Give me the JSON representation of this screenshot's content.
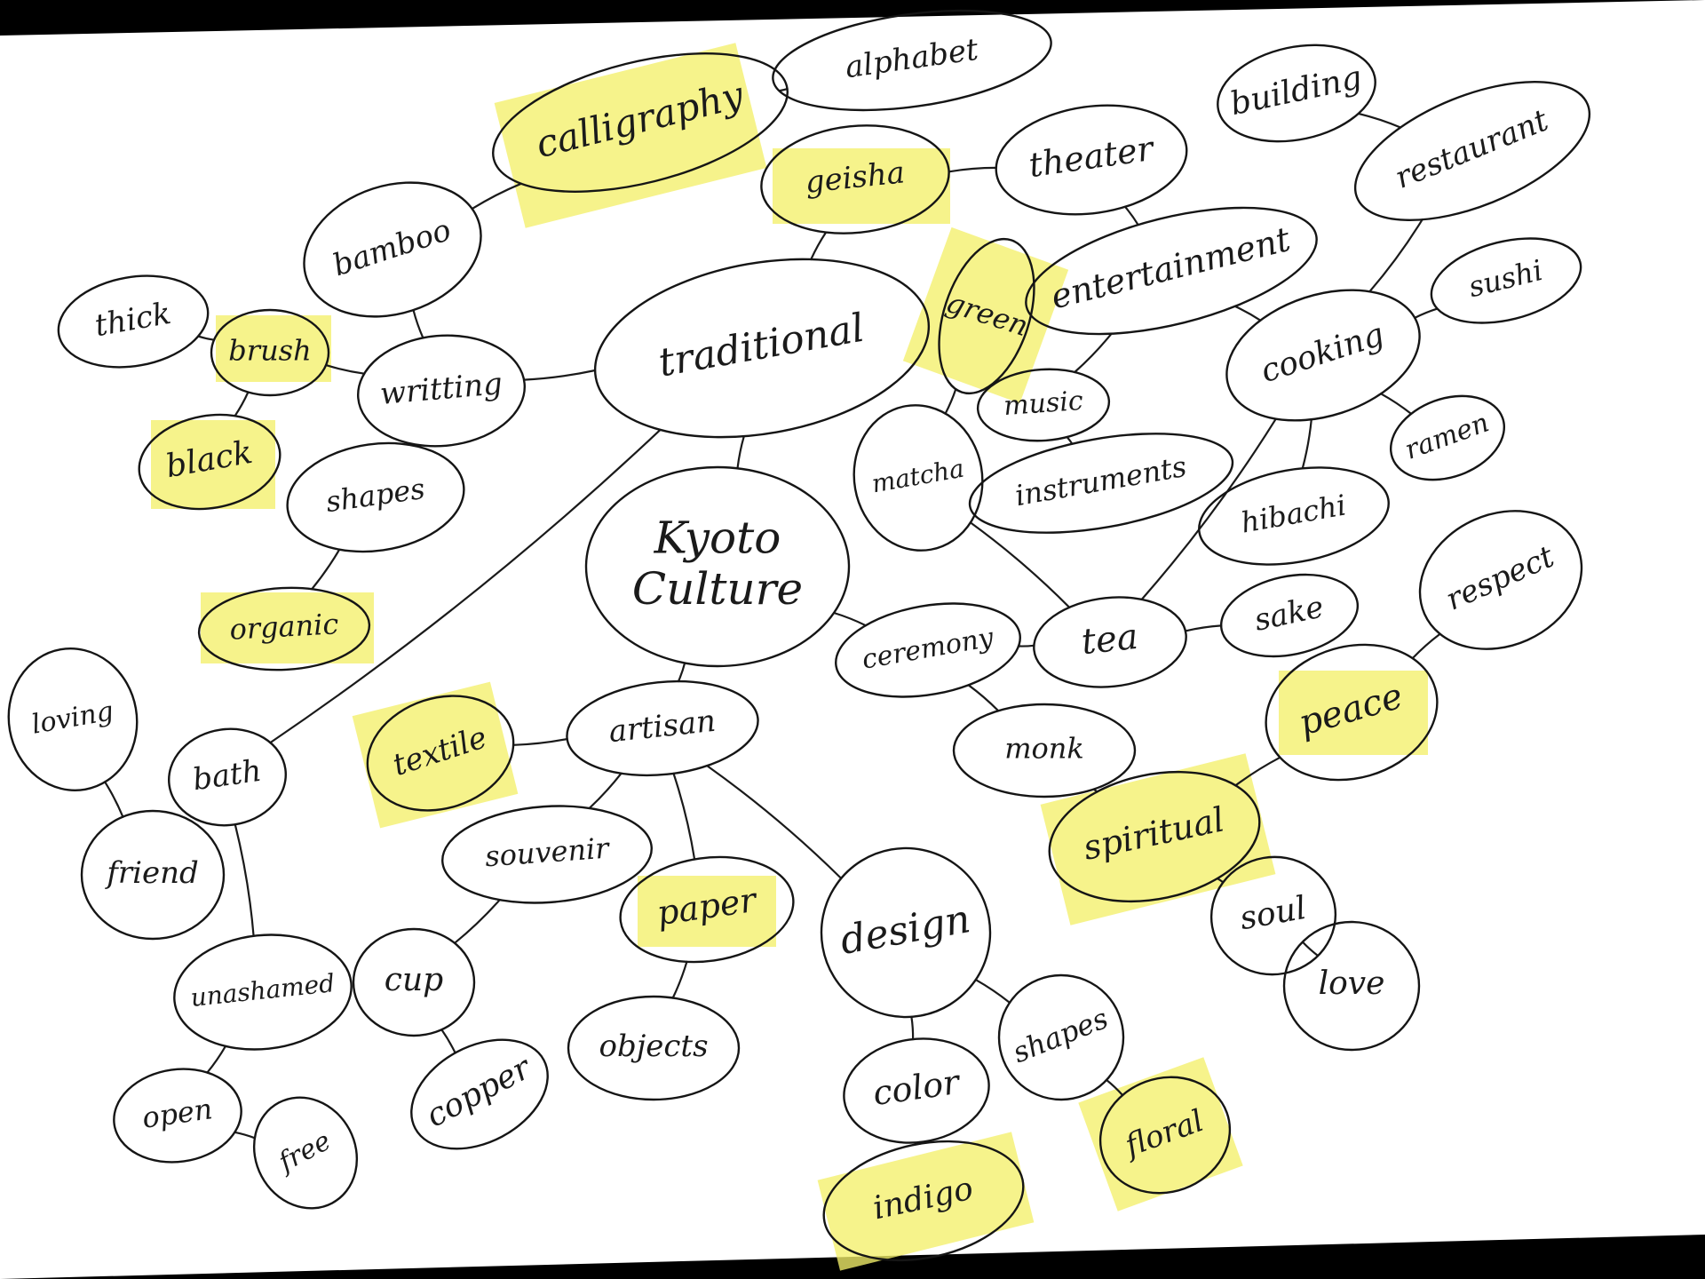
{
  "colors": {
    "paper": "#ffffff",
    "ink": "#1a1a1a",
    "highlighter": "#f4f06a",
    "background": "#000000"
  },
  "nodes": {
    "kyoto_culture": {
      "lines": [
        "Kyoto",
        "Culture"
      ],
      "highlight": false
    },
    "traditional": {
      "lines": [
        "traditional"
      ],
      "highlight": false
    },
    "writting": {
      "lines": [
        "writting"
      ],
      "highlight": false
    },
    "bamboo": {
      "lines": [
        "bamboo"
      ],
      "highlight": false
    },
    "calligraphy": {
      "lines": [
        "calligraphy"
      ],
      "highlight": true
    },
    "alphabet": {
      "lines": [
        "alphabet"
      ],
      "highlight": false
    },
    "thick": {
      "lines": [
        "thick"
      ],
      "highlight": false
    },
    "brush": {
      "lines": [
        "brush"
      ],
      "highlight": true
    },
    "black": {
      "lines": [
        "black"
      ],
      "highlight": true
    },
    "shapes_left": {
      "lines": [
        "shapes"
      ],
      "highlight": false
    },
    "organic": {
      "lines": [
        "organic"
      ],
      "highlight": true
    },
    "geisha": {
      "lines": [
        "geisha"
      ],
      "highlight": true
    },
    "theater": {
      "lines": [
        "theater"
      ],
      "highlight": false
    },
    "entertainment": {
      "lines": [
        "entertainment"
      ],
      "highlight": false
    },
    "building": {
      "lines": [
        "building"
      ],
      "highlight": false
    },
    "restaurant": {
      "lines": [
        "restaurant"
      ],
      "highlight": false
    },
    "sushi": {
      "lines": [
        "sushi"
      ],
      "highlight": false
    },
    "cooking": {
      "lines": [
        "cooking"
      ],
      "highlight": false
    },
    "ramen": {
      "lines": [
        "ramen"
      ],
      "highlight": false
    },
    "hibachi": {
      "lines": [
        "hibachi"
      ],
      "highlight": false
    },
    "green": {
      "lines": [
        "green"
      ],
      "highlight": true
    },
    "music": {
      "lines": [
        "music"
      ],
      "highlight": false
    },
    "instruments": {
      "lines": [
        "instruments"
      ],
      "highlight": false
    },
    "matcha": {
      "lines": [
        "matcha"
      ],
      "highlight": false
    },
    "tea": {
      "lines": [
        "tea"
      ],
      "highlight": false
    },
    "sake": {
      "lines": [
        "sake"
      ],
      "highlight": false
    },
    "ceremony": {
      "lines": [
        "ceremony"
      ],
      "highlight": false
    },
    "monk": {
      "lines": [
        "monk"
      ],
      "highlight": false
    },
    "respect": {
      "lines": [
        "respect"
      ],
      "highlight": false
    },
    "peace": {
      "lines": [
        "peace"
      ],
      "highlight": true
    },
    "spiritual": {
      "lines": [
        "spiritual"
      ],
      "highlight": true
    },
    "soul": {
      "lines": [
        "soul"
      ],
      "highlight": false
    },
    "love": {
      "lines": [
        "love"
      ],
      "highlight": false
    },
    "artisan": {
      "lines": [
        "artisan"
      ],
      "highlight": false
    },
    "textile": {
      "lines": [
        "textile"
      ],
      "highlight": true
    },
    "souvenir": {
      "lines": [
        "souvenir"
      ],
      "highlight": false
    },
    "paper": {
      "lines": [
        "paper"
      ],
      "highlight": true
    },
    "design": {
      "lines": [
        "design"
      ],
      "highlight": false
    },
    "cup": {
      "lines": [
        "cup"
      ],
      "highlight": false
    },
    "copper": {
      "lines": [
        "copper"
      ],
      "highlight": false
    },
    "objects": {
      "lines": [
        "objects"
      ],
      "highlight": false
    },
    "color": {
      "lines": [
        "color"
      ],
      "highlight": false
    },
    "indigo": {
      "lines": [
        "indigo"
      ],
      "highlight": true
    },
    "shapes_right": {
      "lines": [
        "shapes"
      ],
      "highlight": false
    },
    "floral": {
      "lines": [
        "floral"
      ],
      "highlight": true
    },
    "loving": {
      "lines": [
        "loving"
      ],
      "highlight": false
    },
    "bath": {
      "lines": [
        "bath"
      ],
      "highlight": false
    },
    "friend": {
      "lines": [
        "friend"
      ],
      "highlight": false
    },
    "unashamed": {
      "lines": [
        "unashamed"
      ],
      "highlight": false
    },
    "open": {
      "lines": [
        "open"
      ],
      "highlight": false
    },
    "free": {
      "lines": [
        "free"
      ],
      "highlight": false
    }
  },
  "edges": [
    [
      "kyoto_culture",
      "traditional"
    ],
    [
      "kyoto_culture",
      "ceremony"
    ],
    [
      "kyoto_culture",
      "artisan"
    ],
    [
      "traditional",
      "writting"
    ],
    [
      "traditional",
      "geisha"
    ],
    [
      "traditional",
      "bath"
    ],
    [
      "writting",
      "bamboo"
    ],
    [
      "writting",
      "brush"
    ],
    [
      "writting",
      "shapes_left"
    ],
    [
      "bamboo",
      "calligraphy"
    ],
    [
      "calligraphy",
      "alphabet"
    ],
    [
      "brush",
      "thick"
    ],
    [
      "brush",
      "black"
    ],
    [
      "shapes_left",
      "organic"
    ],
    [
      "geisha",
      "theater"
    ],
    [
      "theater",
      "entertainment"
    ],
    [
      "entertainment",
      "music"
    ],
    [
      "entertainment",
      "cooking"
    ],
    [
      "music",
      "instruments"
    ],
    [
      "building",
      "restaurant"
    ],
    [
      "restaurant",
      "cooking"
    ],
    [
      "cooking",
      "sushi"
    ],
    [
      "cooking",
      "ramen"
    ],
    [
      "cooking",
      "hibachi"
    ],
    [
      "cooking",
      "tea"
    ],
    [
      "green",
      "matcha"
    ],
    [
      "matcha",
      "tea"
    ],
    [
      "tea",
      "ceremony"
    ],
    [
      "tea",
      "sake"
    ],
    [
      "ceremony",
      "monk"
    ],
    [
      "monk",
      "spiritual"
    ],
    [
      "spiritual",
      "peace"
    ],
    [
      "spiritual",
      "soul"
    ],
    [
      "peace",
      "respect"
    ],
    [
      "soul",
      "love"
    ],
    [
      "artisan",
      "textile"
    ],
    [
      "artisan",
      "souvenir"
    ],
    [
      "artisan",
      "paper"
    ],
    [
      "artisan",
      "design"
    ],
    [
      "souvenir",
      "cup"
    ],
    [
      "cup",
      "copper"
    ],
    [
      "paper",
      "objects"
    ],
    [
      "design",
      "color"
    ],
    [
      "design",
      "shapes_right"
    ],
    [
      "color",
      "indigo"
    ],
    [
      "shapes_right",
      "floral"
    ],
    [
      "loving",
      "friend"
    ],
    [
      "bath",
      "unashamed"
    ],
    [
      "unashamed",
      "open"
    ],
    [
      "open",
      "free"
    ]
  ]
}
